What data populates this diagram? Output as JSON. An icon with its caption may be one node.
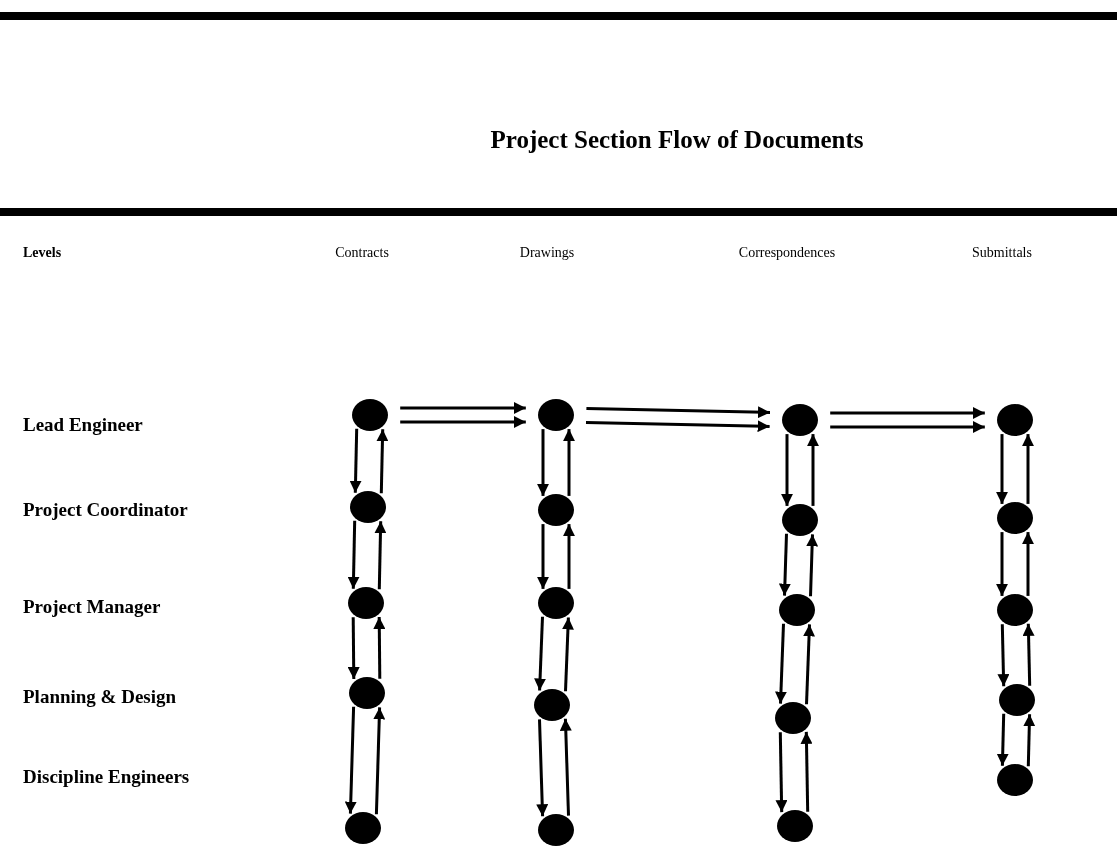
{
  "diagram": {
    "title": "Project Section Flow of Documents",
    "nodes": [
      {
        "text": [],
        "shape": "circle"
      },
      {
        "text": [],
        "shape": "circle"
      },
      {
        "text": [],
        "shape": "circle"
      },
      {
        "text": [],
        "shape": "circle"
      },
      {
        "text": [],
        "shape": "circle"
      },
      {
        "text": [],
        "shape": "circle"
      },
      {
        "text": [],
        "shape": "circle"
      },
      {
        "text": [],
        "shape": "circle"
      },
      {
        "text": [],
        "shape": "circle"
      },
      {
        "text": [],
        "shape": "circle"
      },
      {
        "text": [],
        "shape": "circle"
      },
      {
        "text": [],
        "shape": "circle"
      },
      {
        "text": [],
        "shape": "circle"
      },
      {
        "text": [],
        "shape": "circle"
      },
      {
        "text": [],
        "shape": "circle"
      },
      {
        "text": [],
        "shape": "circle"
      },
      {
        "text": [],
        "shape": "circle"
      },
      {
        "text": [],
        "shape": "circle"
      },
      {
        "text": [],
        "shape": "circle"
      },
      {
        "text": [],
        "shape": "circle"
      }
    ],
    "edges": [
      {
        "from": 0,
        "to": 1,
        "arrow": "to"
      },
      {
        "from": 0,
        "to": 1,
        "arrow": "to"
      },
      {
        "from": 1,
        "to": 2,
        "arrow": "to"
      },
      {
        "from": 1,
        "to": 2,
        "arrow": "to"
      },
      {
        "from": 2,
        "to": 3,
        "arrow": "to"
      },
      {
        "from": 2,
        "to": 3,
        "arrow": "to"
      },
      {
        "from": 0,
        "to": 4,
        "arrow": "to"
      },
      {
        "from": 4,
        "to": 0,
        "arrow": "to"
      },
      {
        "from": 4,
        "to": 8,
        "arrow": "to"
      },
      {
        "from": 8,
        "to": 4,
        "arrow": "to"
      },
      {
        "from": 8,
        "to": 12,
        "arrow": "to"
      },
      {
        "from": 12,
        "to": 8,
        "arrow": "to"
      },
      {
        "from": 12,
        "to": 16,
        "arrow": "to"
      },
      {
        "from": 16,
        "to": 12,
        "arrow": "to"
      },
      {
        "from": 1,
        "to": 5,
        "arrow": "to"
      },
      {
        "from": 5,
        "to": 1,
        "arrow": "to"
      },
      {
        "from": 5,
        "to": 9,
        "arrow": "to"
      },
      {
        "from": 9,
        "to": 5,
        "arrow": "to"
      },
      {
        "from": 9,
        "to": 13,
        "arrow": "to"
      },
      {
        "from": 13,
        "to": 9,
        "arrow": "to"
      },
      {
        "from": 13,
        "to": 17,
        "arrow": "to"
      },
      {
        "from": 17,
        "to": 13,
        "arrow": "to"
      },
      {
        "from": 2,
        "to": 6,
        "arrow": "to"
      },
      {
        "from": 6,
        "to": 2,
        "arrow": "to"
      },
      {
        "from": 6,
        "to": 10,
        "arrow": "to"
      },
      {
        "from": 10,
        "to": 6,
        "arrow": "to"
      },
      {
        "from": 10,
        "to": 14,
        "arrow": "to"
      },
      {
        "from": 14,
        "to": 10,
        "arrow": "to"
      },
      {
        "from": 14,
        "to": 18,
        "arrow": "to"
      },
      {
        "from": 18,
        "to": 14,
        "arrow": "to"
      },
      {
        "from": 3,
        "to": 7,
        "arrow": "to"
      },
      {
        "from": 7,
        "to": 3,
        "arrow": "to"
      },
      {
        "from": 7,
        "to": 11,
        "arrow": "to"
      },
      {
        "from": 11,
        "to": 7,
        "arrow": "to"
      },
      {
        "from": 11,
        "to": 15,
        "arrow": "to"
      },
      {
        "from": 15,
        "to": 11,
        "arrow": "to"
      },
      {
        "from": 15,
        "to": 19,
        "arrow": "to"
      },
      {
        "from": 19,
        "to": 15,
        "arrow": "to"
      }
    ],
    "labels": [
      "Levels",
      "Contracts",
      "Drawings",
      "Correspondences",
      "Submittals",
      "Lead Engineer",
      "Project Coordinator",
      "Project Manager",
      "Planning & Design",
      "Discipline Engineers"
    ]
  }
}
